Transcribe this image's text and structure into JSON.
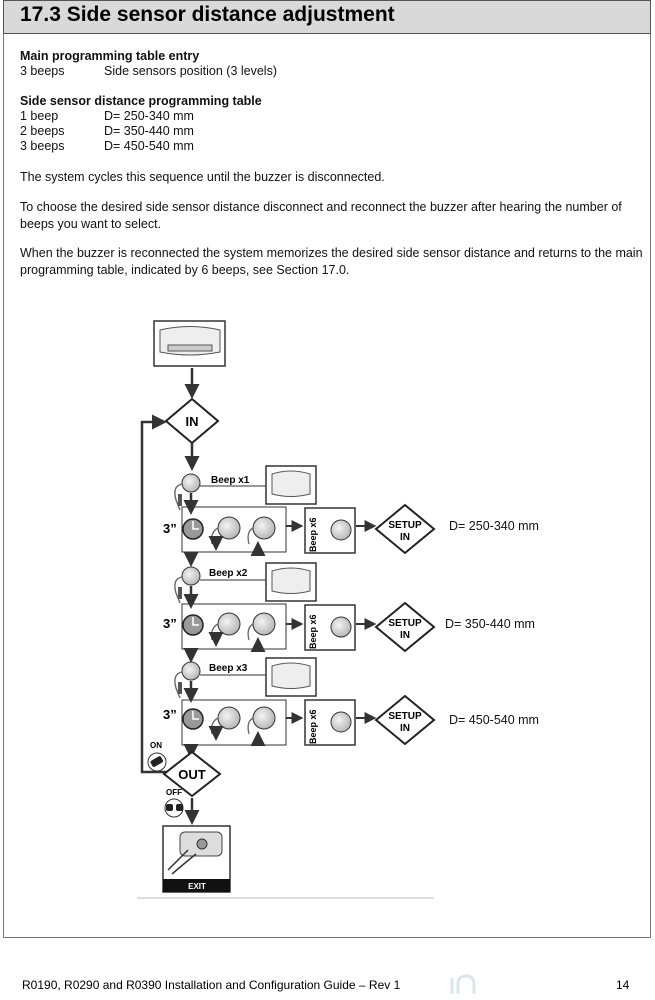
{
  "header": {
    "title": "17.3 Side sensor distance adjustment"
  },
  "entry": {
    "heading": "Main programming table entry",
    "beeps": "3 beeps",
    "description": "Side sensors position (3 levels)"
  },
  "distance_table": {
    "heading": "Side sensor distance programming table",
    "rows": [
      {
        "beeps": "1 beep",
        "value": "D= 250-340 mm"
      },
      {
        "beeps": "2 beeps",
        "value": "D= 350-440 mm"
      },
      {
        "beeps": "3 beeps",
        "value": "D= 450-540 mm"
      }
    ]
  },
  "paragraphs": [
    "The system cycles this sequence until the buzzer is disconnected.",
    "To choose the desired side sensor distance disconnect and reconnect the buzzer after hearing the number of beeps you want to select.",
    "When the buzzer is reconnected the system memorizes the desired side sensor distance and returns to the main programming table, indicated by 6 beeps, see Section 17.0."
  ],
  "diagram": {
    "in_label": "IN",
    "out_label": "OUT",
    "on_label": "ON",
    "off_label": "OFF",
    "exit_label": "EXIT",
    "time_label": "3”",
    "beep_x6": "Beep x6",
    "setup_line1": "SETUP",
    "setup_line2": "IN",
    "steps": [
      {
        "beep_label": "Beep x1",
        "distance": "D= 250-340 mm"
      },
      {
        "beep_label": "Beep x2",
        "distance": "D= 350-440 mm"
      },
      {
        "beep_label": "Beep x3",
        "distance": "D= 450-540 mm"
      }
    ]
  },
  "footer": {
    "text": "R0190, R0290 and R0390 Installation and Configuration Guide – Rev 1",
    "page": "14"
  },
  "colors": {
    "title_bg": "#d9d9d9",
    "exit_bg": "#111111"
  }
}
